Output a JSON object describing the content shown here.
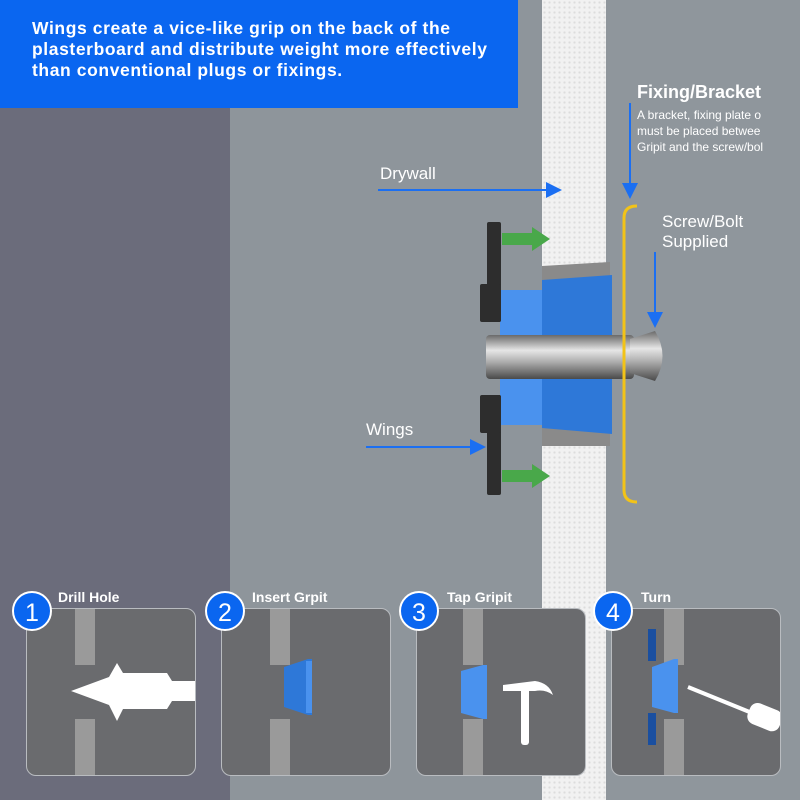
{
  "banner": {
    "text": "Wings create a vice-like grip on the back of the plasterboard and distribute weight more effectively than conventional plugs or fixings."
  },
  "labels": {
    "fixing_title": "Fixing/Bracket",
    "fixing_desc_1": "A bracket, fixing plate o",
    "fixing_desc_2": "must be placed betwee",
    "fixing_desc_3": "Gripit and the screw/bol",
    "drywall": "Drywall",
    "screw_1": "Screw/Bolt",
    "screw_2": "Supplied",
    "wings": "Wings"
  },
  "steps": [
    {
      "number": "1",
      "title": "Drill Hole"
    },
    {
      "number": "2",
      "title": "Insert Grpit"
    },
    {
      "number": "3",
      "title": "Tap Gripit"
    },
    {
      "number": "4",
      "title": "Turn"
    }
  ],
  "colors": {
    "banner_blue": "#0a66f0",
    "fixing_blue": "#3f8de8",
    "arrow_green": "#49a84a",
    "bracket_yellow": "#f2c318",
    "wall_left": "#6b6c7b",
    "wall_right": "#8f969c",
    "plaster": "#f2f2f2"
  },
  "icons": [
    "drill-bit-icon",
    "hammer-icon",
    "screwdriver-icon",
    "arrow-icon"
  ]
}
